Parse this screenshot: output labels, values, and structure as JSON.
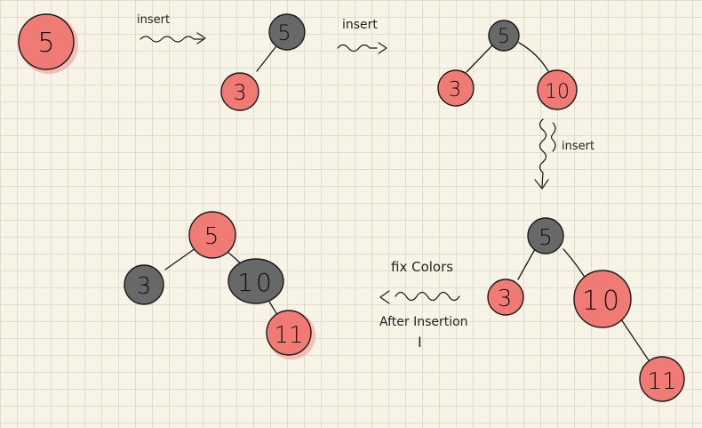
{
  "steps": {
    "s1": {
      "root": "5"
    },
    "s2": {
      "root": "5",
      "left": "3"
    },
    "s3": {
      "root": "5",
      "left": "3",
      "right": "10"
    },
    "s4": {
      "root": "5",
      "left": "3",
      "right": "10",
      "right_right": "11"
    },
    "s5": {
      "root": "5",
      "left": "3",
      "right": "10",
      "right_right": "11"
    }
  },
  "annotations": {
    "insert_1": "insert",
    "insert_2": "insert",
    "insert_3": "insert",
    "fix_colors": "fix Colors",
    "after_insertion": "After Insertion",
    "roman_one": "I"
  },
  "colors": {
    "red_node": "#f07a74",
    "black_node": "#686868",
    "paper": "#f7f3e6",
    "grid": "#e2dccb"
  }
}
